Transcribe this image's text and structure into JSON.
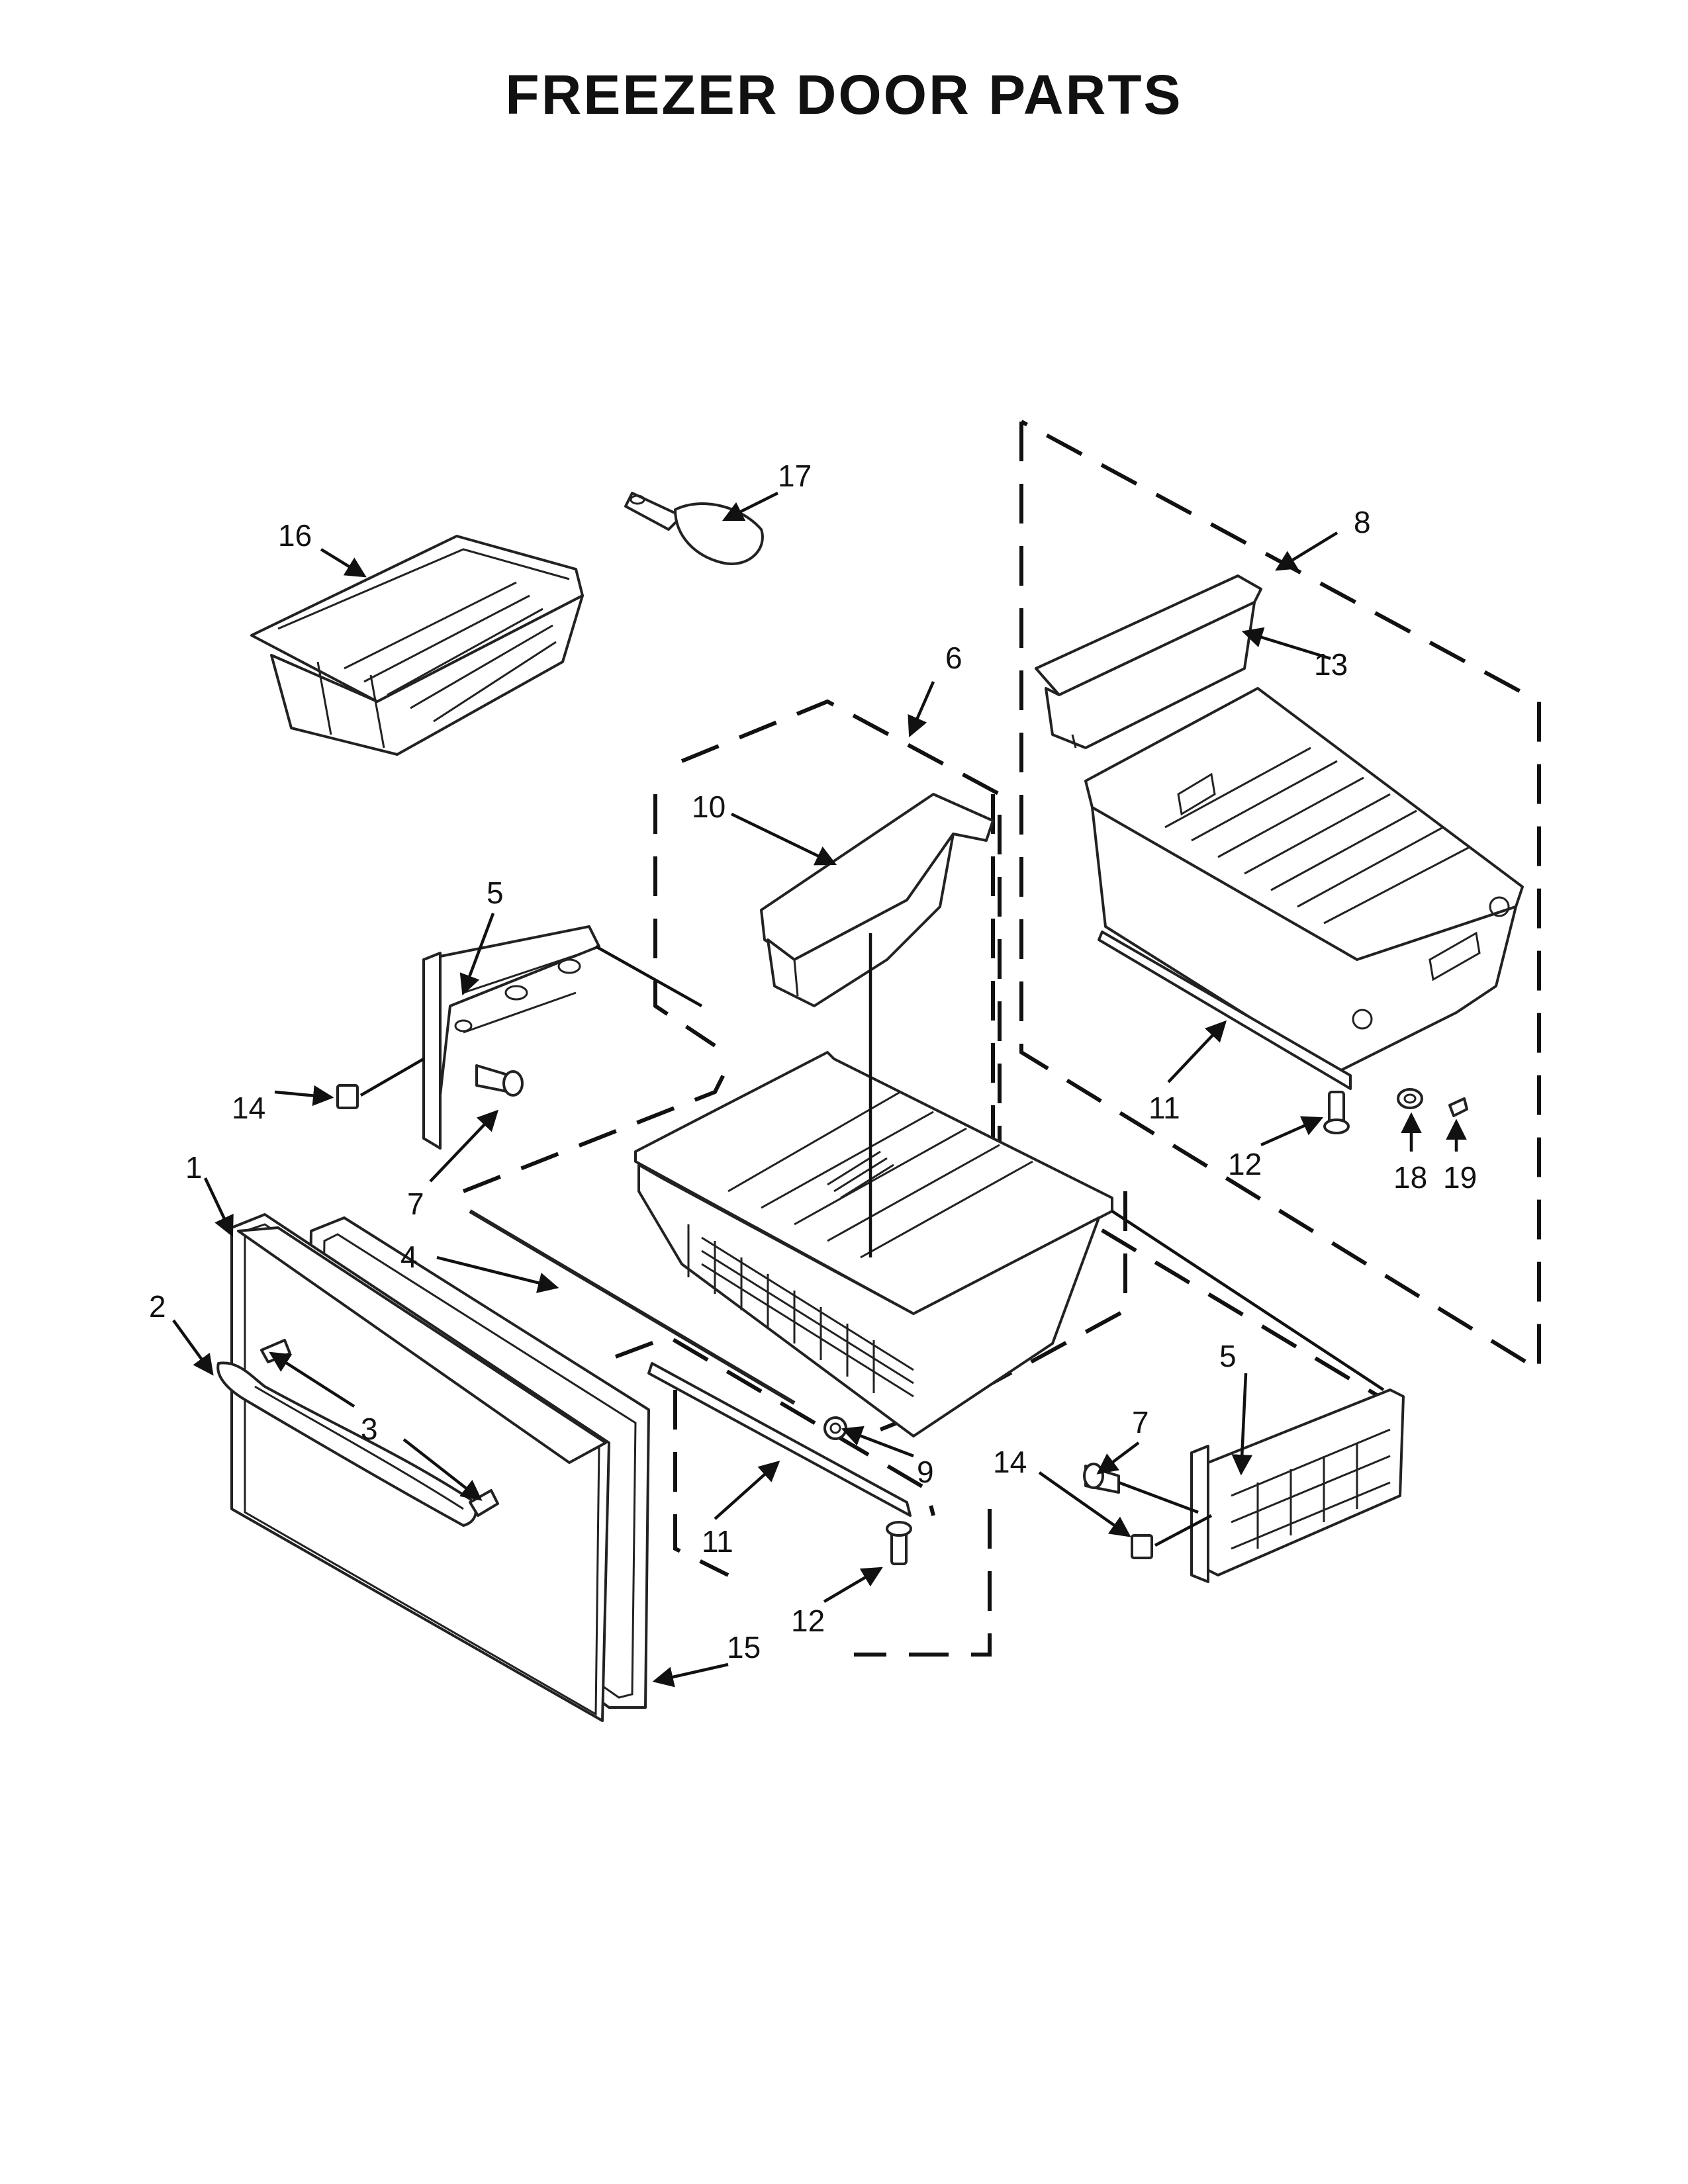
{
  "title": "FREEZER DOOR PARTS",
  "callouts": {
    "c1": "1",
    "c2": "2",
    "c3": "3",
    "c4": "4",
    "c5_left": "5",
    "c5_right": "5",
    "c6": "6",
    "c7_left": "7",
    "c7_right": "7",
    "c8": "8",
    "c9": "9",
    "c10": "10",
    "c11_center": "11",
    "c11_right": "11",
    "c12_center": "12",
    "c12_right": "12",
    "c13": "13",
    "c14_left": "14",
    "c14_right": "14",
    "c15": "15",
    "c16": "16",
    "c17": "17",
    "c18": "18",
    "c19": "19"
  }
}
